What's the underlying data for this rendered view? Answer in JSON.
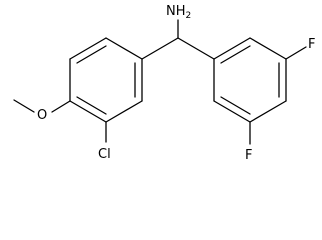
{
  "molecule": {
    "atoms": {
      "amine": {
        "symbol": "NH",
        "subscript": "2"
      },
      "fluorine_top": {
        "symbol": "F"
      },
      "fluorine_bottom": {
        "symbol": "F"
      },
      "chlorine": {
        "symbol": "Cl"
      },
      "oxygen": {
        "symbol": "O"
      }
    }
  }
}
